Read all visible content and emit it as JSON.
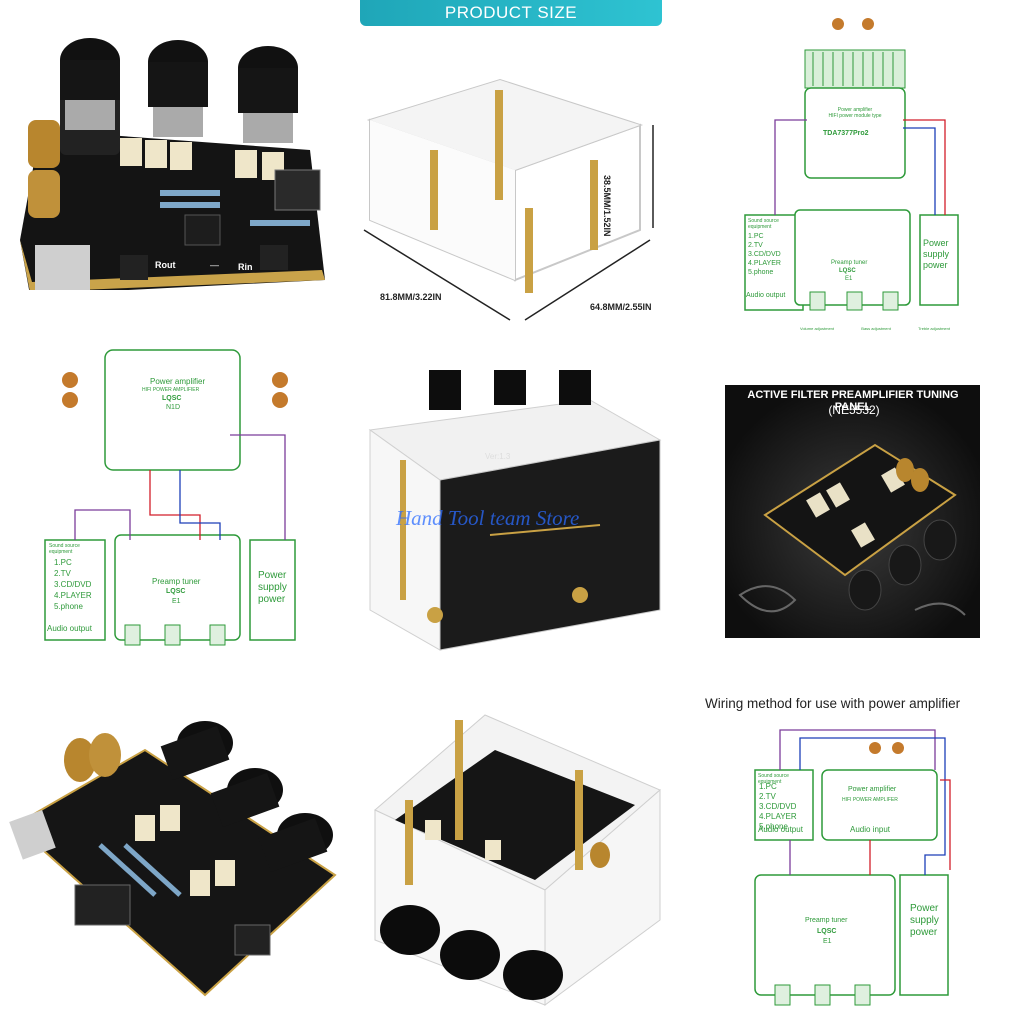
{
  "banner": "PRODUCT SIZE",
  "dimensions": {
    "length": "81.8MM/3.22IN",
    "width": "64.8MM/2.55IN",
    "height": "38.5MM/1.52IN"
  },
  "board_labels": {
    "rout": "Rout",
    "minus": "—",
    "rin": "Rin"
  },
  "watermark": "Hand Tool team Store",
  "board_version": "Ver:1.3",
  "filter_panel": {
    "title": "ACTIVE FILTER PREAMPLIFIER TUNING PANEL",
    "subtitle": "(NE5532)"
  },
  "caption": "Wiring method for use with power amplifier",
  "diagram1": {
    "amp_title": "Power amplifier\nHIFI power module type",
    "amp_chip": "TDA7377Pro2",
    "source_title": "Sound source equipment",
    "sources": [
      "1.PC",
      "2.TV",
      "3.CD/DVD",
      "4.PLAYER",
      "5.phone"
    ],
    "audio_output": "Audio output",
    "preamp": "Preamp tuner",
    "preamp_model": "LQSC",
    "preamp_code": "E1",
    "power": [
      "Power",
      "supply",
      "power"
    ],
    "knobs": [
      "Volume adjustment",
      "Bass adjustment",
      "Treble adjustment"
    ]
  },
  "diagram2": {
    "amp_title": "Power amplifier",
    "amp_sub": "HIFI POWER AMPLIFIER",
    "amp_model": "LQSC",
    "amp_code": "N1D",
    "sources": [
      "1.PC",
      "2.TV",
      "3.CD/DVD",
      "4.PLAYER",
      "5.phone"
    ],
    "source_title": "Sound source equipment",
    "audio_output": "Audio output",
    "preamp": "Preamp tuner",
    "preamp_model": "LQSC",
    "preamp_code": "E1",
    "power": [
      "Power",
      "supply",
      "power"
    ]
  },
  "diagram3": {
    "source_title": "Sound source equipment",
    "sources": [
      "1.PC",
      "2.TV",
      "3.CD/DVD",
      "4.PLAYER",
      "5.phone"
    ],
    "audio_output": "Audio output",
    "amp_title": "Power amplifier",
    "amp_sub": "HIFI POWER AMPLIFER",
    "audio_input": "Audio input",
    "preamp": "Preamp tuner",
    "preamp_model": "LQSC",
    "preamp_code": "E1",
    "power": [
      "Power",
      "supply",
      "power"
    ]
  },
  "colors": {
    "banner": "#1fa6b8",
    "diagram_green": "#2e9a3a",
    "wire_red": "#d21e2a",
    "wire_blue": "#1c3fb8",
    "wire_purple": "#7b3c9a"
  }
}
